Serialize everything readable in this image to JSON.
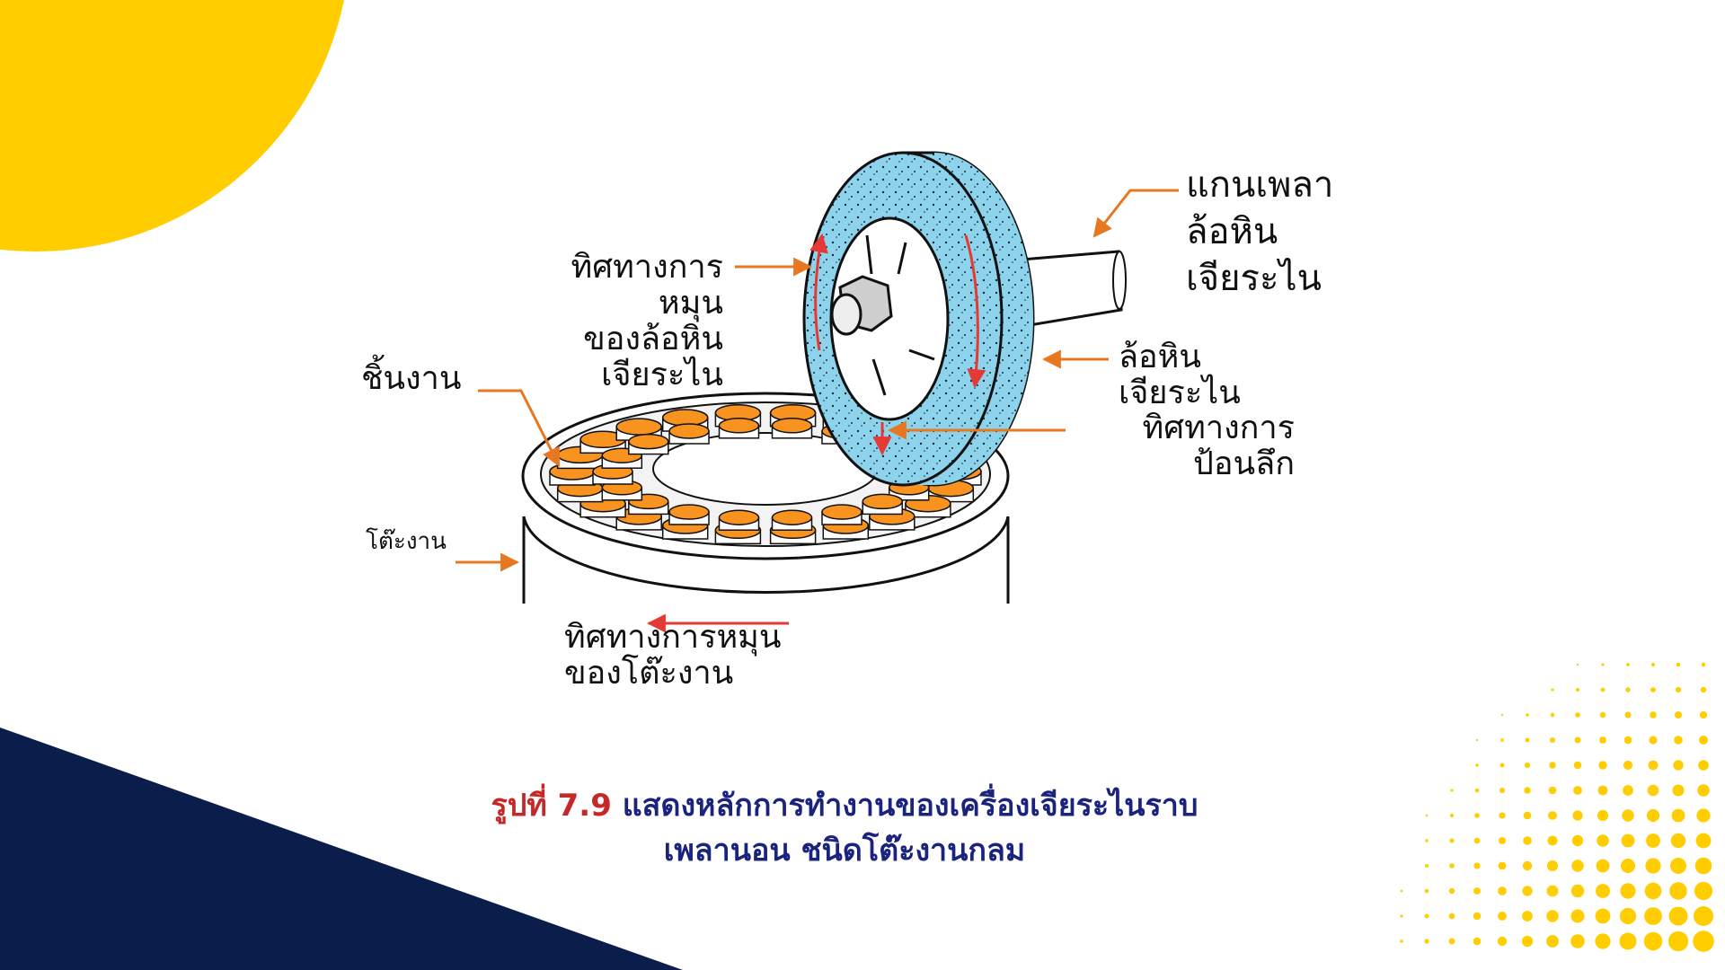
{
  "colors": {
    "yellow": "#ffcd00",
    "navy": "#0b1d4a",
    "wheel": "#8ed3ec",
    "workpiece": "#f7931e",
    "arrow_orange": "#e87722",
    "arrow_red": "#e53935",
    "caption_red": "#c62828",
    "caption_blue": "#1a237e"
  },
  "labels": {
    "spindle": [
      "แกนเพลา",
      "ล้อหิน",
      "เจียระไน"
    ],
    "wheel_rotation": [
      "ทิศทางการ",
      "หมุน",
      "ของล้อหิน",
      "เจียระไน"
    ],
    "workpiece": "ชิ้นงาน",
    "wheel": [
      "ล้อหิน",
      "เจียระไน"
    ],
    "feed_direction": [
      "ทิศทางการ",
      "ป้อนลึก"
    ],
    "table": "โต๊ะงาน",
    "table_rotation": [
      "ทิศทางการหมุน",
      "ของโต๊ะงาน"
    ]
  },
  "caption": {
    "figure": "รูปที่ 7.9",
    "line1": "แสดงหลักการทำงานของเครื่องเจียระไนราบ",
    "line2": "เพลานอน ชนิดโต๊ะงานกลม"
  }
}
